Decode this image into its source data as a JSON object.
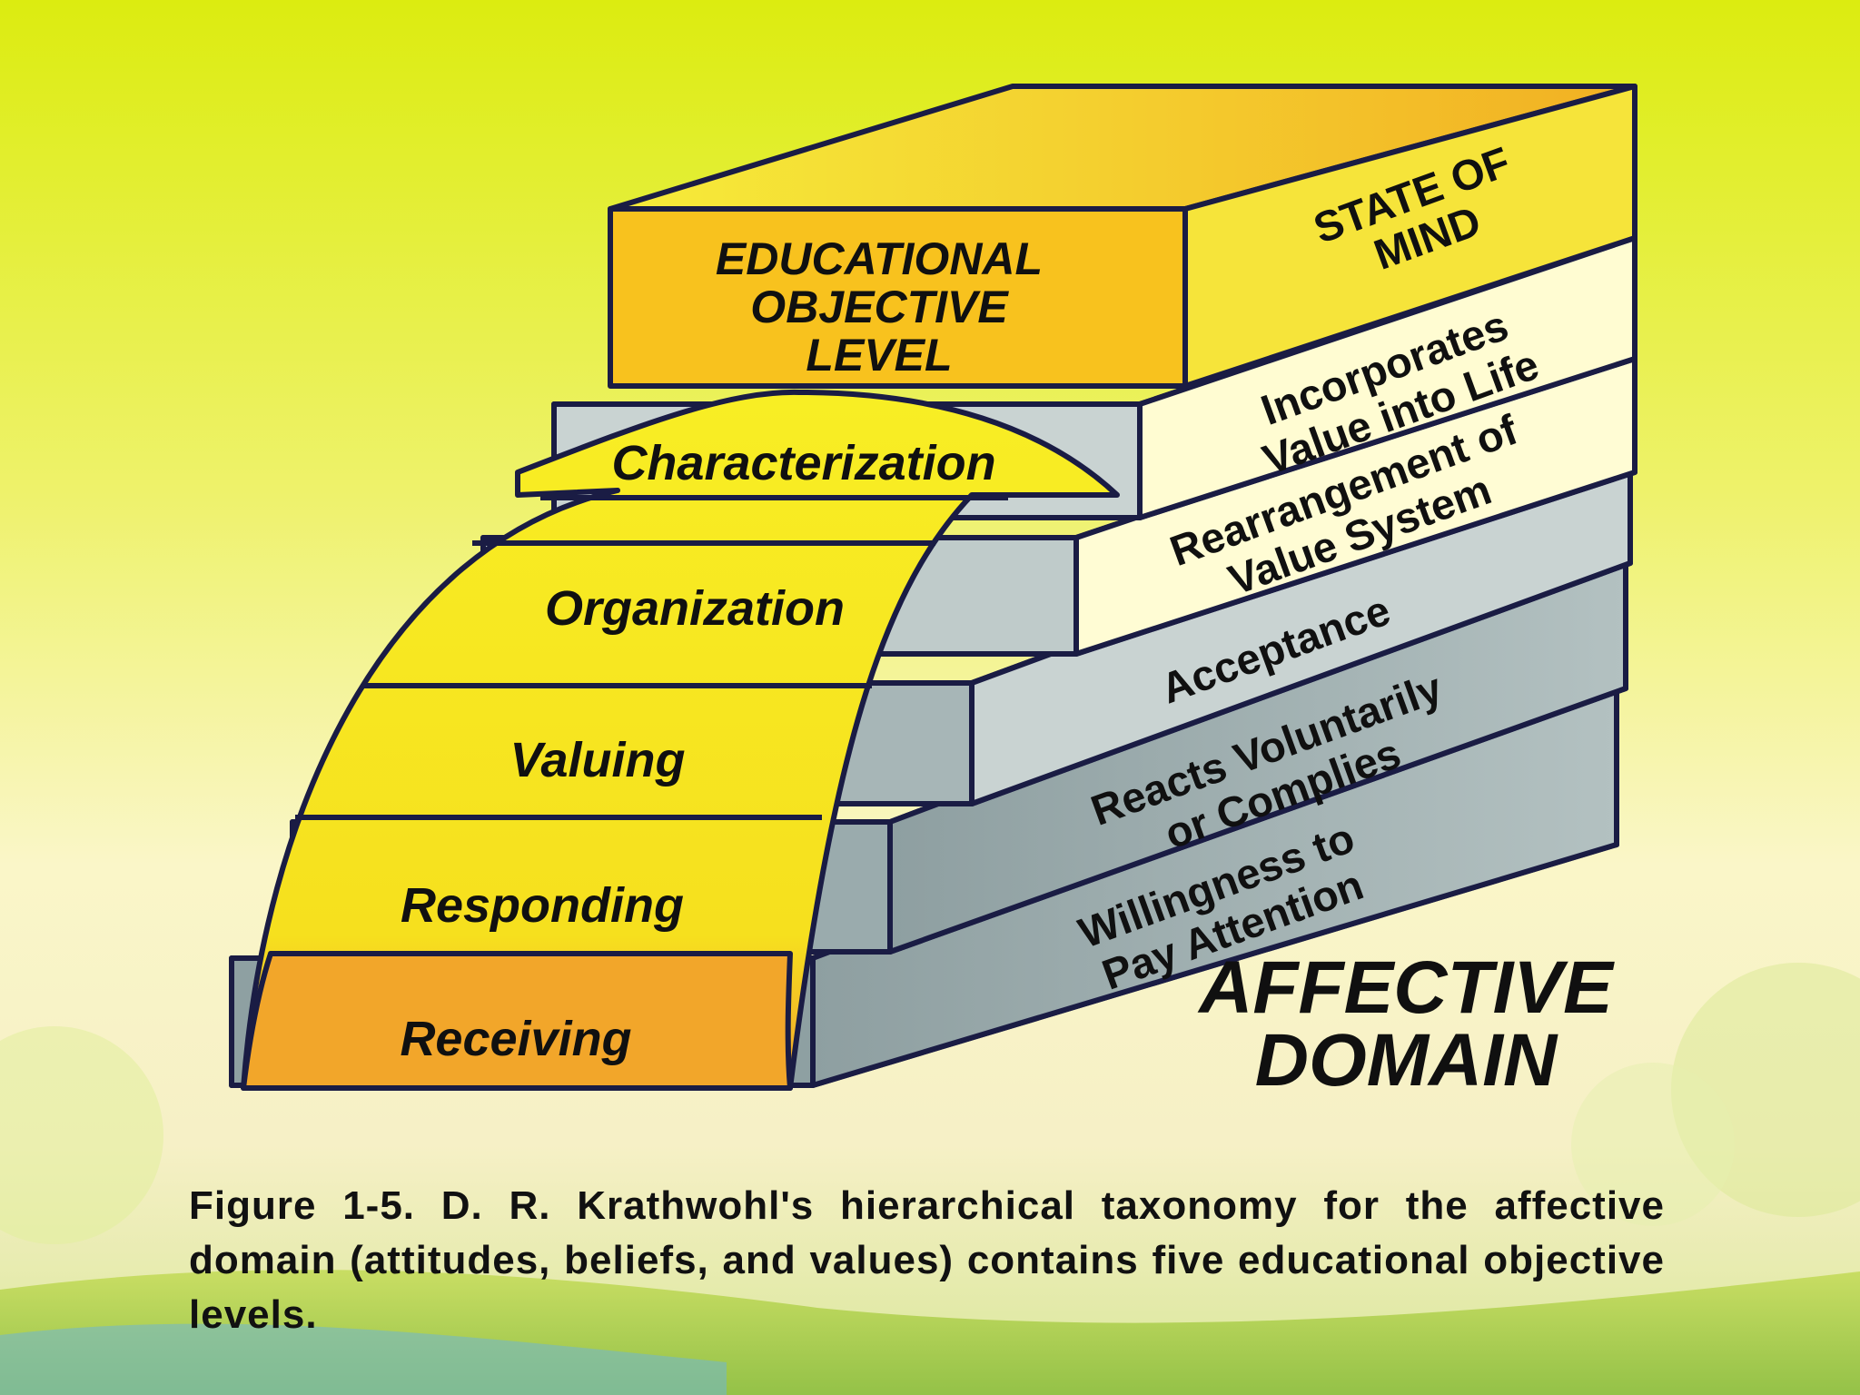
{
  "header": {
    "level_title": [
      "EDUCATIONAL",
      "OBJECTIVE",
      "LEVEL"
    ],
    "state_title": [
      "STATE OF",
      "MIND"
    ]
  },
  "levels": [
    {
      "name": "Characterization",
      "state": [
        "Incorporates",
        "Value into Life"
      ]
    },
    {
      "name": "Organization",
      "state": [
        "Rearrangement of",
        "Value System"
      ]
    },
    {
      "name": "Valuing",
      "state": [
        "Acceptance"
      ]
    },
    {
      "name": "Responding",
      "state": [
        "Reacts Voluntarily",
        "or Complies"
      ]
    },
    {
      "name": "Receiving",
      "state": [
        "Willingness to",
        "Pay Attention"
      ]
    }
  ],
  "domain_label": [
    "AFFECTIVE",
    "DOMAIN"
  ],
  "caption": "Figure 1-5. D. R. Krathwohl's hierarchical taxonomy for the affective domain (attitudes, beliefs, and values) contains five educational objective levels.",
  "colors": {
    "yellow": "#F6EC10",
    "gold": "#F8C21E",
    "orange": "#F2A62A",
    "gray_face": "#9FB0B3",
    "gray_dark": "#7F9294",
    "cream": "#FFFBC8",
    "outline": "#1A1C44"
  }
}
